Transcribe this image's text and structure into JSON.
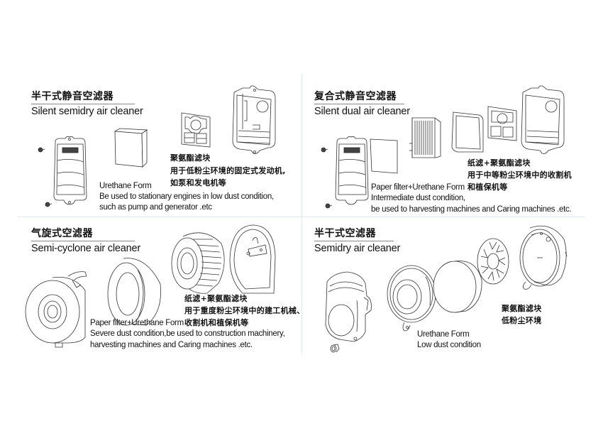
{
  "panels": [
    {
      "id": "silent-semidry",
      "title_cn": "半干式静音空滤器",
      "title_en": "Silent semidry air cleaner",
      "component_label": "Urethane Form",
      "description_en": [
        "Be used to stationary engines  in low dust condition,",
        "such as pump and generator .etc"
      ],
      "component_label_cn": "聚氨酯滤块",
      "description_cn": [
        "用于低粉尘环境的固定式发动机,",
        "如泵和发电机等"
      ],
      "icons": [
        "cover-icon",
        "urethane-block-icon",
        "filter-grid-icon",
        "housing-icon",
        "screw-icon"
      ]
    },
    {
      "id": "silent-dual",
      "title_cn": "复合式静音空滤器",
      "title_en": "Silent dual air cleaner",
      "component_label": "Paper filter+Urethane Form",
      "description_en": [
        "Intermediate dust condition,",
        "be used to harvesting machines and Caring machines .etc."
      ],
      "component_label_cn": "纸滤+聚氨酯滤块",
      "description_cn": [
        "用于中等粉尘环境中的收割机",
        "和植保机等"
      ],
      "icons": [
        "cover-icon",
        "paper-sheet-icon",
        "pleated-filter-icon",
        "gasket-frame-icon",
        "filter-grid-icon",
        "housing-icon",
        "screw-icon"
      ]
    },
    {
      "id": "semi-cyclone",
      "title_cn": "气旋式空滤器",
      "title_en": "Semi-cyclone air cleaner",
      "component_label": "Paper filter+Urethane Form",
      "description_en": [
        "Severe dust condition,be used to construction machinery,",
        "harvesting machines and Caring machines .etc."
      ],
      "component_label_cn": "纸滤+聚氨酯滤块",
      "description_cn": [
        "用于重度粉尘环境中的建工机械、",
        "收割机和植保机等"
      ],
      "icons": [
        "cyclone-cover-icon",
        "foam-sleeve-icon",
        "pleated-cone-filter-icon",
        "base-plate-icon"
      ]
    },
    {
      "id": "semidry",
      "title_cn": "半干式空滤器",
      "title_en": "Semidry air cleaner",
      "component_label": "Urethane Form",
      "description_en": [
        "Low dust condition"
      ],
      "component_label_cn": "聚氨酯滤块",
      "description_cn": [
        "低粉尘环境"
      ],
      "icons": [
        "cover-icon",
        "filter-cup-icon",
        "foam-disc-icon",
        "spoke-disc-icon",
        "round-housing-icon",
        "bolt-icon"
      ]
    }
  ],
  "colors": {
    "divider": "#e3e6f4",
    "title_rule": "#8a8a8a",
    "text": "#111111",
    "line_art": "#333333"
  }
}
